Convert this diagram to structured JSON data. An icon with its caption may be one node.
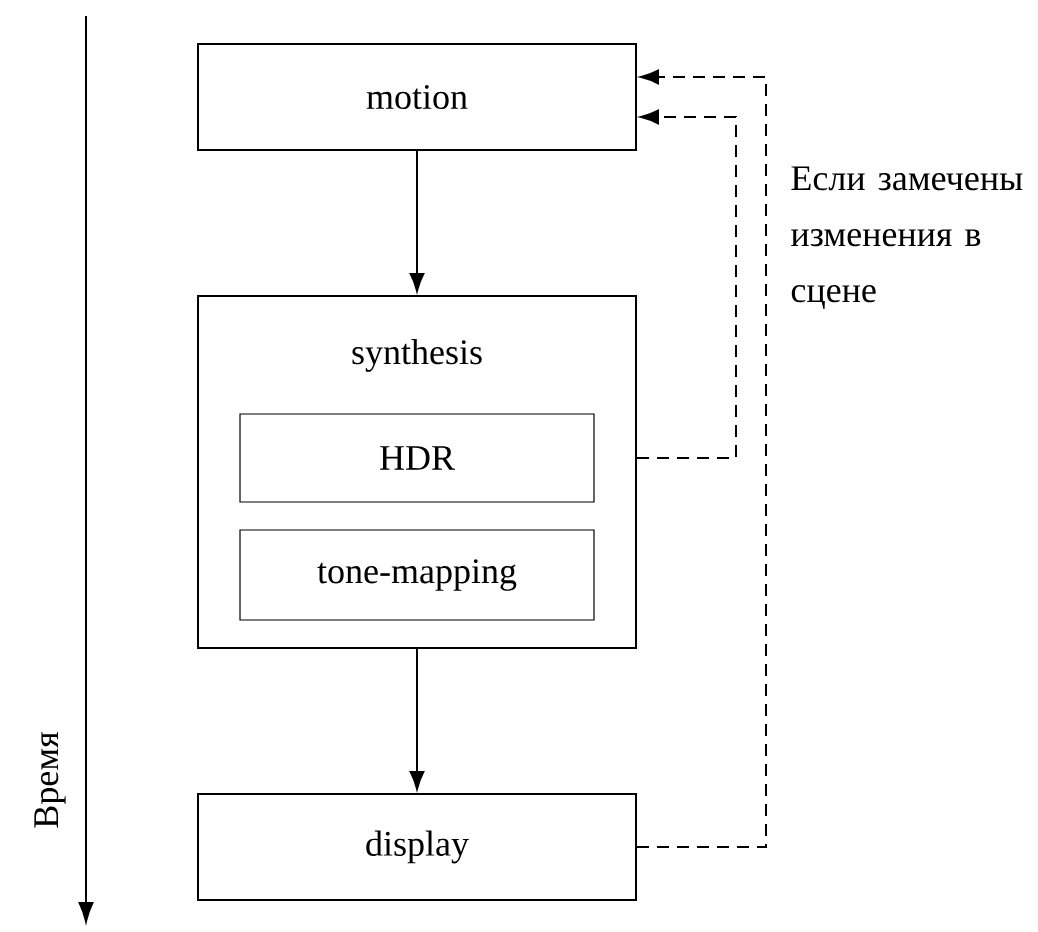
{
  "diagram": {
    "nodes": [
      {
        "text": [
          "motion"
        ]
      },
      {
        "text": [
          "synthesis"
        ]
      },
      {
        "text": [
          "HDR"
        ],
        "in": 1
      },
      {
        "text": [
          "tone-mapping"
        ],
        "in": 1
      },
      {
        "text": [
          "display"
        ]
      }
    ],
    "edges": [
      {
        "from": 0,
        "to": 1,
        "arrow": "to"
      },
      {
        "from": 1,
        "to": 4,
        "arrow": "to"
      },
      {
        "from": 1,
        "to": 0,
        "arrow": "to",
        "style": "dashed"
      },
      {
        "from": 4,
        "to": 0,
        "arrow": "to",
        "style": "dashed"
      }
    ],
    "labels": [
      "Если замечены изменения в сцене",
      "Время"
    ]
  }
}
